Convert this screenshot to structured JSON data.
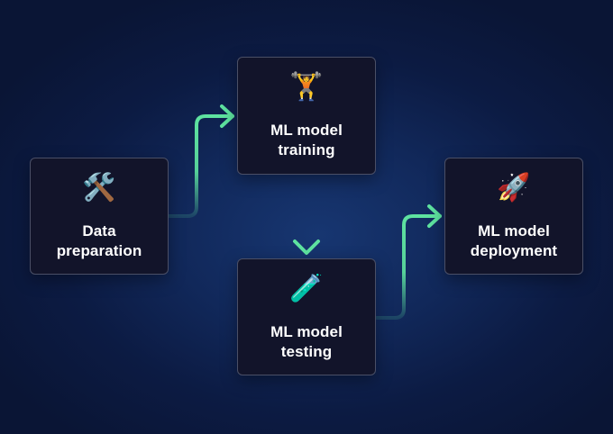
{
  "colors": {
    "background": "#0e1f4d",
    "node_fill": "#12142a",
    "node_border": "#4a4f66",
    "arrow": "#5ee3a0",
    "text": "#ffffff"
  },
  "nodes": {
    "data_preparation": {
      "icon": "hammer-and-wrench-icon",
      "glyph": "🛠️",
      "line1": "Data",
      "line2": "preparation"
    },
    "ml_model_training": {
      "icon": "weightlifter-icon",
      "glyph": "🏋️",
      "line1": "ML model",
      "line2": "training"
    },
    "ml_model_testing": {
      "icon": "test-tube-icon",
      "glyph": "🧪",
      "line1": "ML model",
      "line2": "testing"
    },
    "ml_model_deployment": {
      "icon": "rocket-icon",
      "glyph": "🚀",
      "line1": "ML model",
      "line2": "deployment"
    }
  },
  "edges": [
    {
      "from": "data_preparation",
      "to": "ml_model_training"
    },
    {
      "from": "ml_model_training",
      "to": "ml_model_testing"
    },
    {
      "from": "ml_model_testing",
      "to": "ml_model_deployment"
    }
  ]
}
